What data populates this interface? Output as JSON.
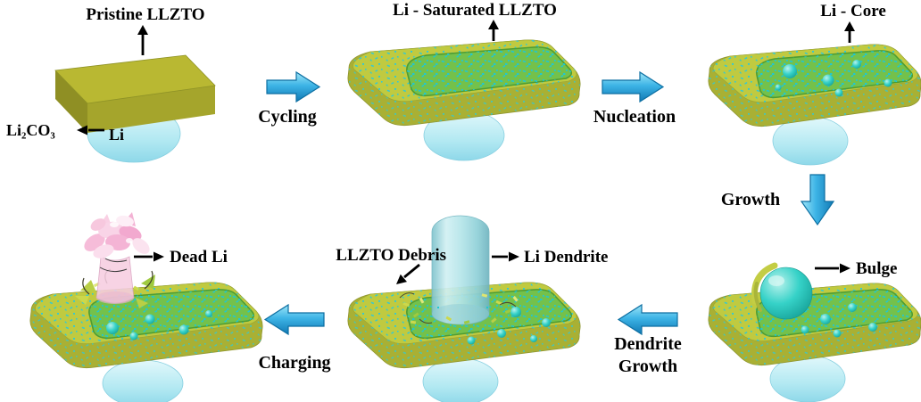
{
  "figure": {
    "stages": {
      "pristine": {
        "label": "Pristine LLZTO",
        "annotations": {
          "li2co3": "Li₂CO₃",
          "li": "Li"
        }
      },
      "saturated": {
        "label": "Li - Saturated LLZTO"
      },
      "li_core": {
        "label": "Li - Core"
      },
      "bulge": {
        "label": "Bulge"
      },
      "dendrite": {
        "debris_label": "LLZTO Debris",
        "dendrite_label": "Li Dendrite"
      },
      "dead_li": {
        "label": "Dead Li"
      }
    },
    "transitions": {
      "cycling": "Cycling",
      "nucleation": "Nucleation",
      "growth": "Growth",
      "dendrite_growth": {
        "line1": "Dendrite",
        "line2": "Growth"
      },
      "charging": "Charging"
    },
    "colors": {
      "slab_top": "#b9b832",
      "slab_front": "#a5a52c",
      "slab_top_speckled": "#c0ca40",
      "slab_front_speckled": "#a9b034",
      "interior_green": "#74c14b",
      "speckle_cyan": "#2fc9d8",
      "li_sphere_teal": "#2ec9bf",
      "dendrite_cylinder": "#a8dee6",
      "pedestal_cyan": "#b3e9f2",
      "transition_arrow_blue": "#2da5dc",
      "dead_li_pink": "#f4c3dc",
      "label_black": "#000000"
    }
  }
}
